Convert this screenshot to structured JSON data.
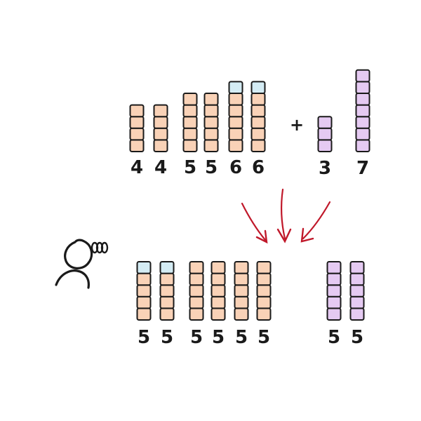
{
  "colors": {
    "cube_orange": "#f9d2b7",
    "cube_blue": "#d4ecf4",
    "cube_purple": "#e5caf2",
    "outline": "#1a1a1a",
    "arrow": "#c0182a"
  },
  "top_row": {
    "plus_sign": "+",
    "orange_columns": [
      {
        "label": "4",
        "orange": 4,
        "blue": 0
      },
      {
        "label": "4",
        "orange": 4,
        "blue": 0
      },
      {
        "label": "5",
        "orange": 5,
        "blue": 0
      },
      {
        "label": "5",
        "orange": 5,
        "blue": 0
      },
      {
        "label": "6",
        "orange": 5,
        "blue": 1
      },
      {
        "label": "6",
        "orange": 5,
        "blue": 1
      }
    ],
    "purple_columns": [
      {
        "label": "3",
        "purple": 3
      },
      {
        "label": "7",
        "purple": 7
      }
    ]
  },
  "bottom_row": {
    "orange_columns": [
      {
        "label": "5",
        "orange": 4,
        "blue": 1
      },
      {
        "label": "5",
        "orange": 4,
        "blue": 1
      },
      {
        "label": "5",
        "orange": 5,
        "blue": 0
      },
      {
        "label": "5",
        "orange": 5,
        "blue": 0
      },
      {
        "label": "5",
        "orange": 5,
        "blue": 0
      },
      {
        "label": "5",
        "orange": 5,
        "blue": 0
      }
    ],
    "purple_columns": [
      {
        "label": "5",
        "purple": 5
      },
      {
        "label": "5",
        "purple": 5
      }
    ]
  },
  "icons": [
    "thinking-person-icon",
    "redistribution-arrows-icon"
  ]
}
